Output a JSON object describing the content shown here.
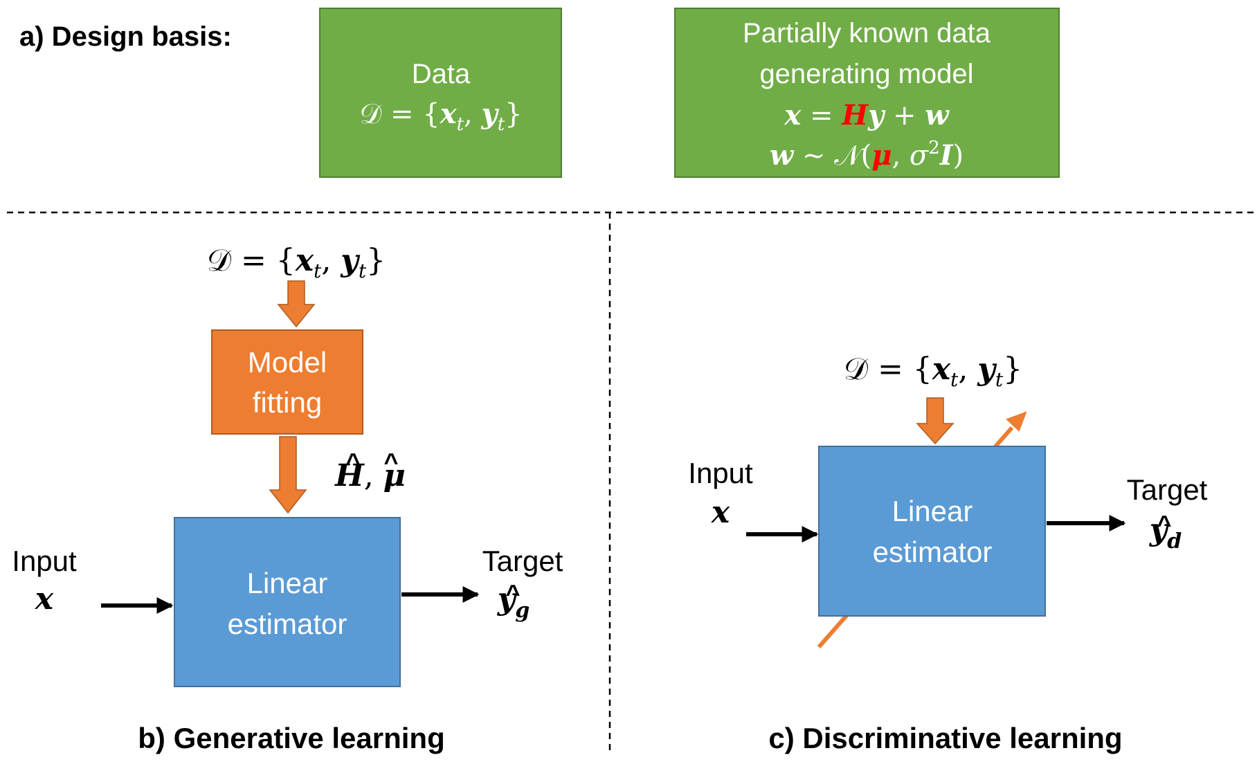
{
  "colors": {
    "green_box": "#70AD47",
    "green_border": "#507E32",
    "orange": "#ED7D31",
    "orange_border": "#AE5A21",
    "blue": "#5B9BD5",
    "blue_border": "#41719C",
    "red": "#FF0000",
    "text_light": "#FFFFFF",
    "text_dark": "#000000"
  },
  "section_a": {
    "title": "a) Design basis:",
    "data_box": {
      "line1": "Data",
      "equation": {
        "script_d": "𝒟",
        "rest": " = {",
        "x": "x",
        "t": "t",
        "comma": ", ",
        "y": "y",
        "end": "}"
      }
    },
    "model_box": {
      "line1": "Partially known data",
      "line2": "generating model",
      "eq1": {
        "x": "x",
        "eq": " = ",
        "H": "H",
        "y": "y",
        "plus": " + ",
        "w": "w"
      },
      "eq2": {
        "w": "w",
        "sim": " ~ ",
        "N": "𝒩",
        "open": "(",
        "mu": "μ",
        "comma": ", ",
        "sigma": "σ",
        "two": "2",
        "I": "I",
        "close": ")"
      }
    }
  },
  "section_b": {
    "title": "b) Generative learning",
    "dataset": {
      "script_d": "𝒟",
      "rest": " = {",
      "x": "x",
      "t": "t",
      "comma": ", ",
      "y": "y",
      "end": "}"
    },
    "model_fitting": {
      "line1": "Model",
      "line2": "fitting"
    },
    "params": {
      "H": "H",
      "hat": "^",
      "comma": ", ",
      "mu": "μ"
    },
    "estimator": {
      "line1": "Linear",
      "line2": "estimator"
    },
    "input": {
      "label": "Input",
      "symbol": "x"
    },
    "target": {
      "label": "Target",
      "symbol": "y",
      "hat": "^",
      "sub": "g"
    }
  },
  "section_c": {
    "title": "c) Discriminative learning",
    "dataset": {
      "script_d": "𝒟",
      "rest": " = {",
      "x": "x",
      "t": "t",
      "comma": ", ",
      "y": "y",
      "end": "}"
    },
    "estimator": {
      "line1": "Linear",
      "line2": "estimator"
    },
    "input": {
      "label": "Input",
      "symbol": "x"
    },
    "target": {
      "label": "Target",
      "symbol": "y",
      "hat": "^",
      "sub": "d"
    }
  }
}
